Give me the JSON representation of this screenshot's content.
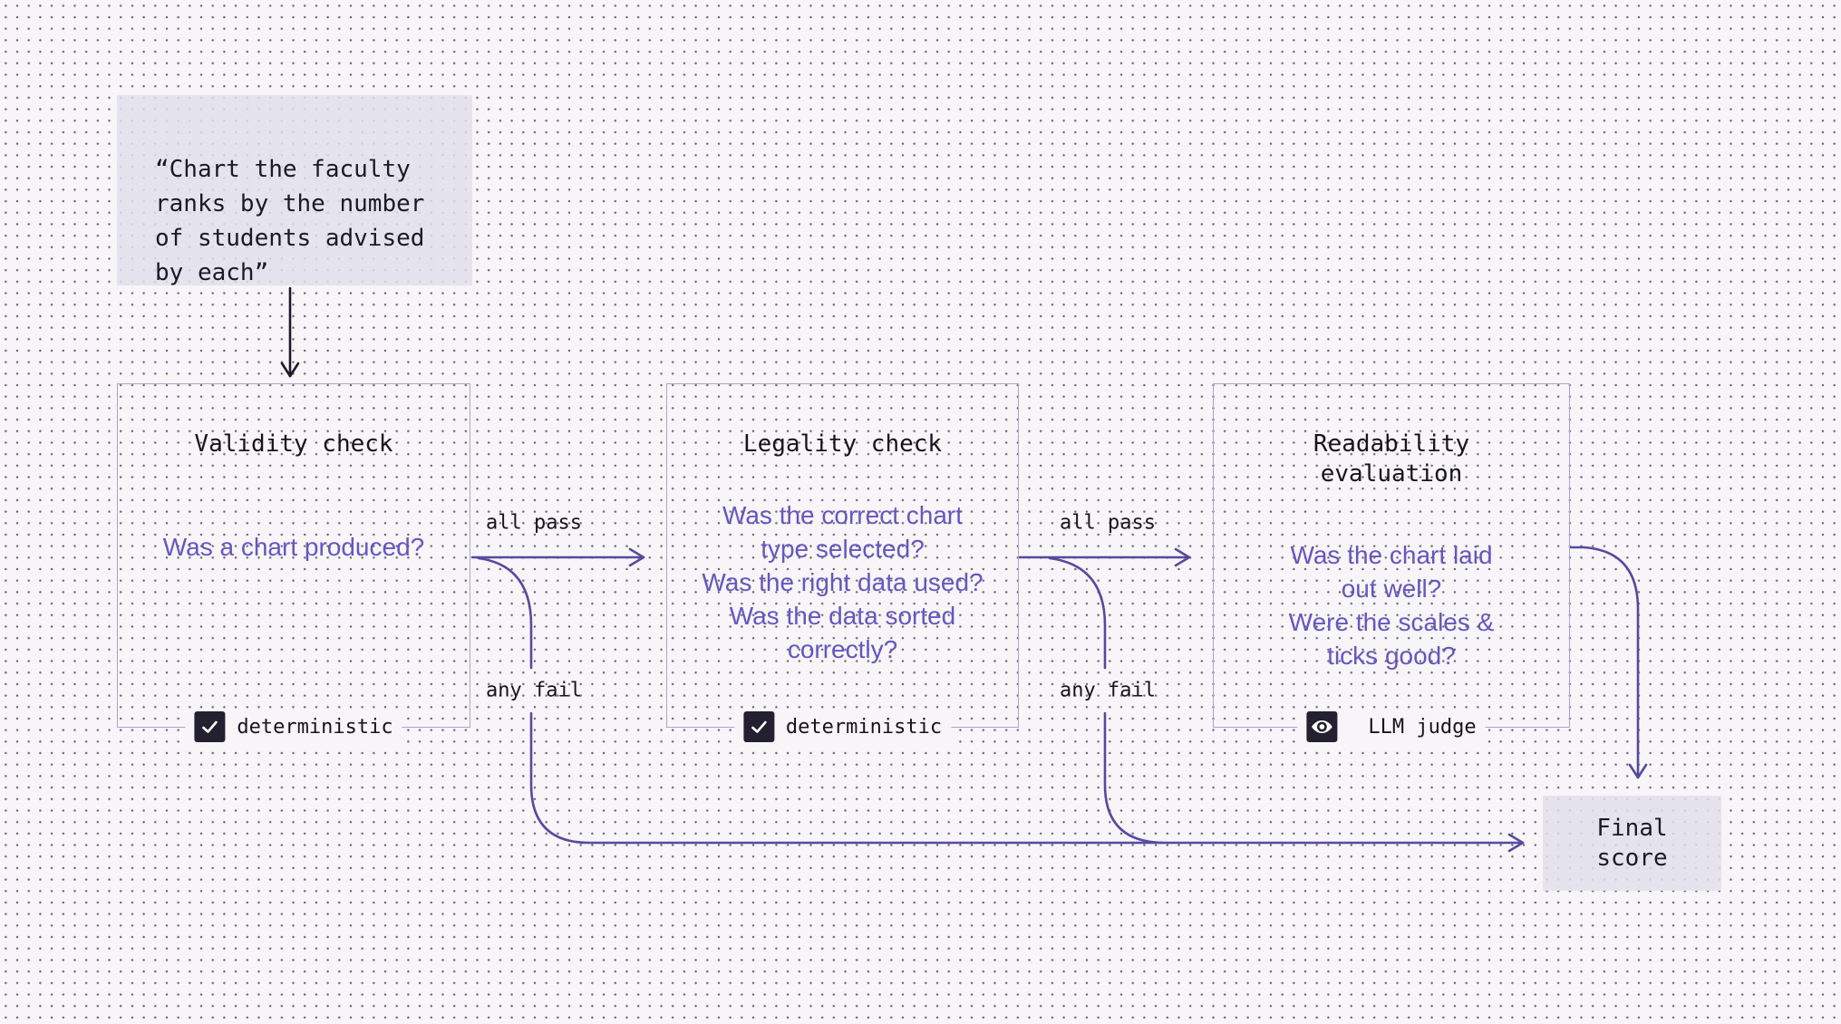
{
  "prompt": {
    "text": "“Chart the faculty\nranks by the number\nof students advised\nby each”"
  },
  "stages": [
    {
      "title": "Validity check",
      "questions": "Was a chart produced?",
      "badge_icon": "check-icon",
      "badge_label": "deterministic"
    },
    {
      "title": "Legality check",
      "questions": "Was the correct chart\ntype selected?\nWas the right data used?\nWas the data sorted\ncorrectly?",
      "badge_icon": "check-icon",
      "badge_label": "deterministic"
    },
    {
      "title": "Readability\nevaluation",
      "questions": "Was the chart laid\nout well?\nWere the scales &\nticks good?",
      "badge_icon": "eye-icon",
      "badge_label": "LLM judge"
    }
  ],
  "edges": {
    "all_pass_1": "all pass",
    "any_fail_1": "any fail",
    "all_pass_2": "all pass",
    "any_fail_2": "any fail"
  },
  "final": {
    "text": "Final\nscore"
  },
  "colors": {
    "background": "#f7f5f8",
    "dot": "#464458",
    "panel_bg": "#e2dfeb",
    "box_border": "#aba3d6",
    "question_text": "#6557c0",
    "arrow_purple": "#564a9f",
    "arrow_black": "#1b1a26",
    "badge_bg": "#23202f",
    "ink": "#16151f"
  }
}
